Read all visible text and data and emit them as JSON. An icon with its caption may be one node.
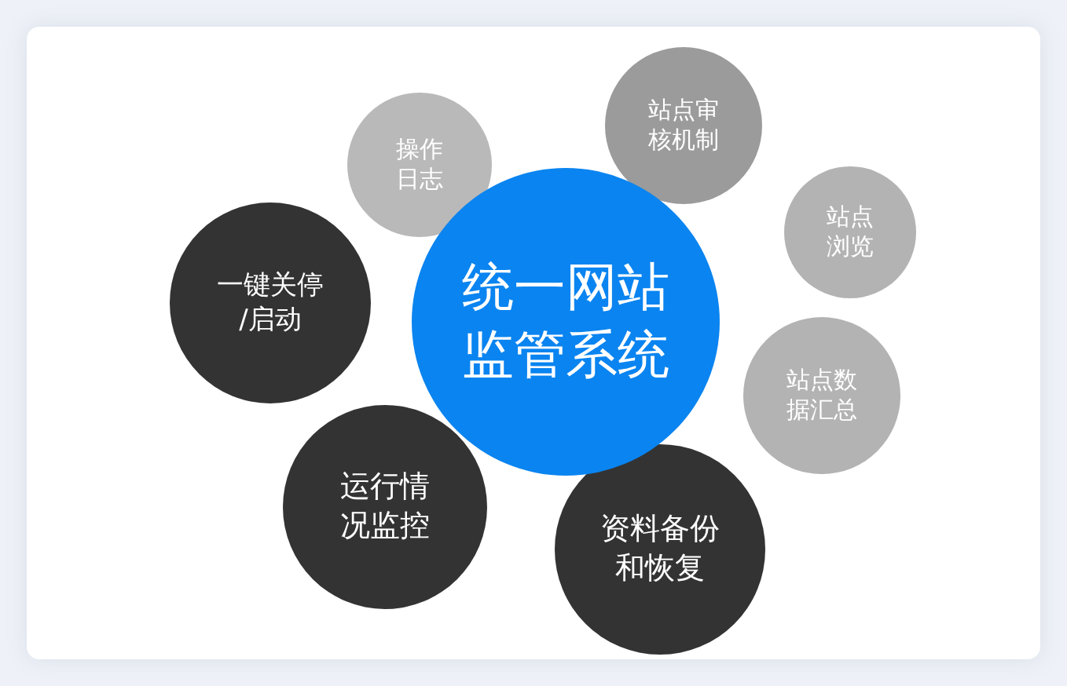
{
  "diagram": {
    "nodes": [
      {
        "text": [
          "统一网站监管系统"
        ]
      },
      {
        "text": [
          "操作日志"
        ]
      },
      {
        "text": [
          "站点审核机制"
        ]
      },
      {
        "text": [
          "站点浏览"
        ]
      },
      {
        "text": [
          "一键关停/启动"
        ]
      },
      {
        "text": [
          "站点数据汇总"
        ]
      },
      {
        "text": [
          "运行情况监控"
        ]
      },
      {
        "text": [
          "资料备份和恢复"
        ]
      }
    ]
  }
}
